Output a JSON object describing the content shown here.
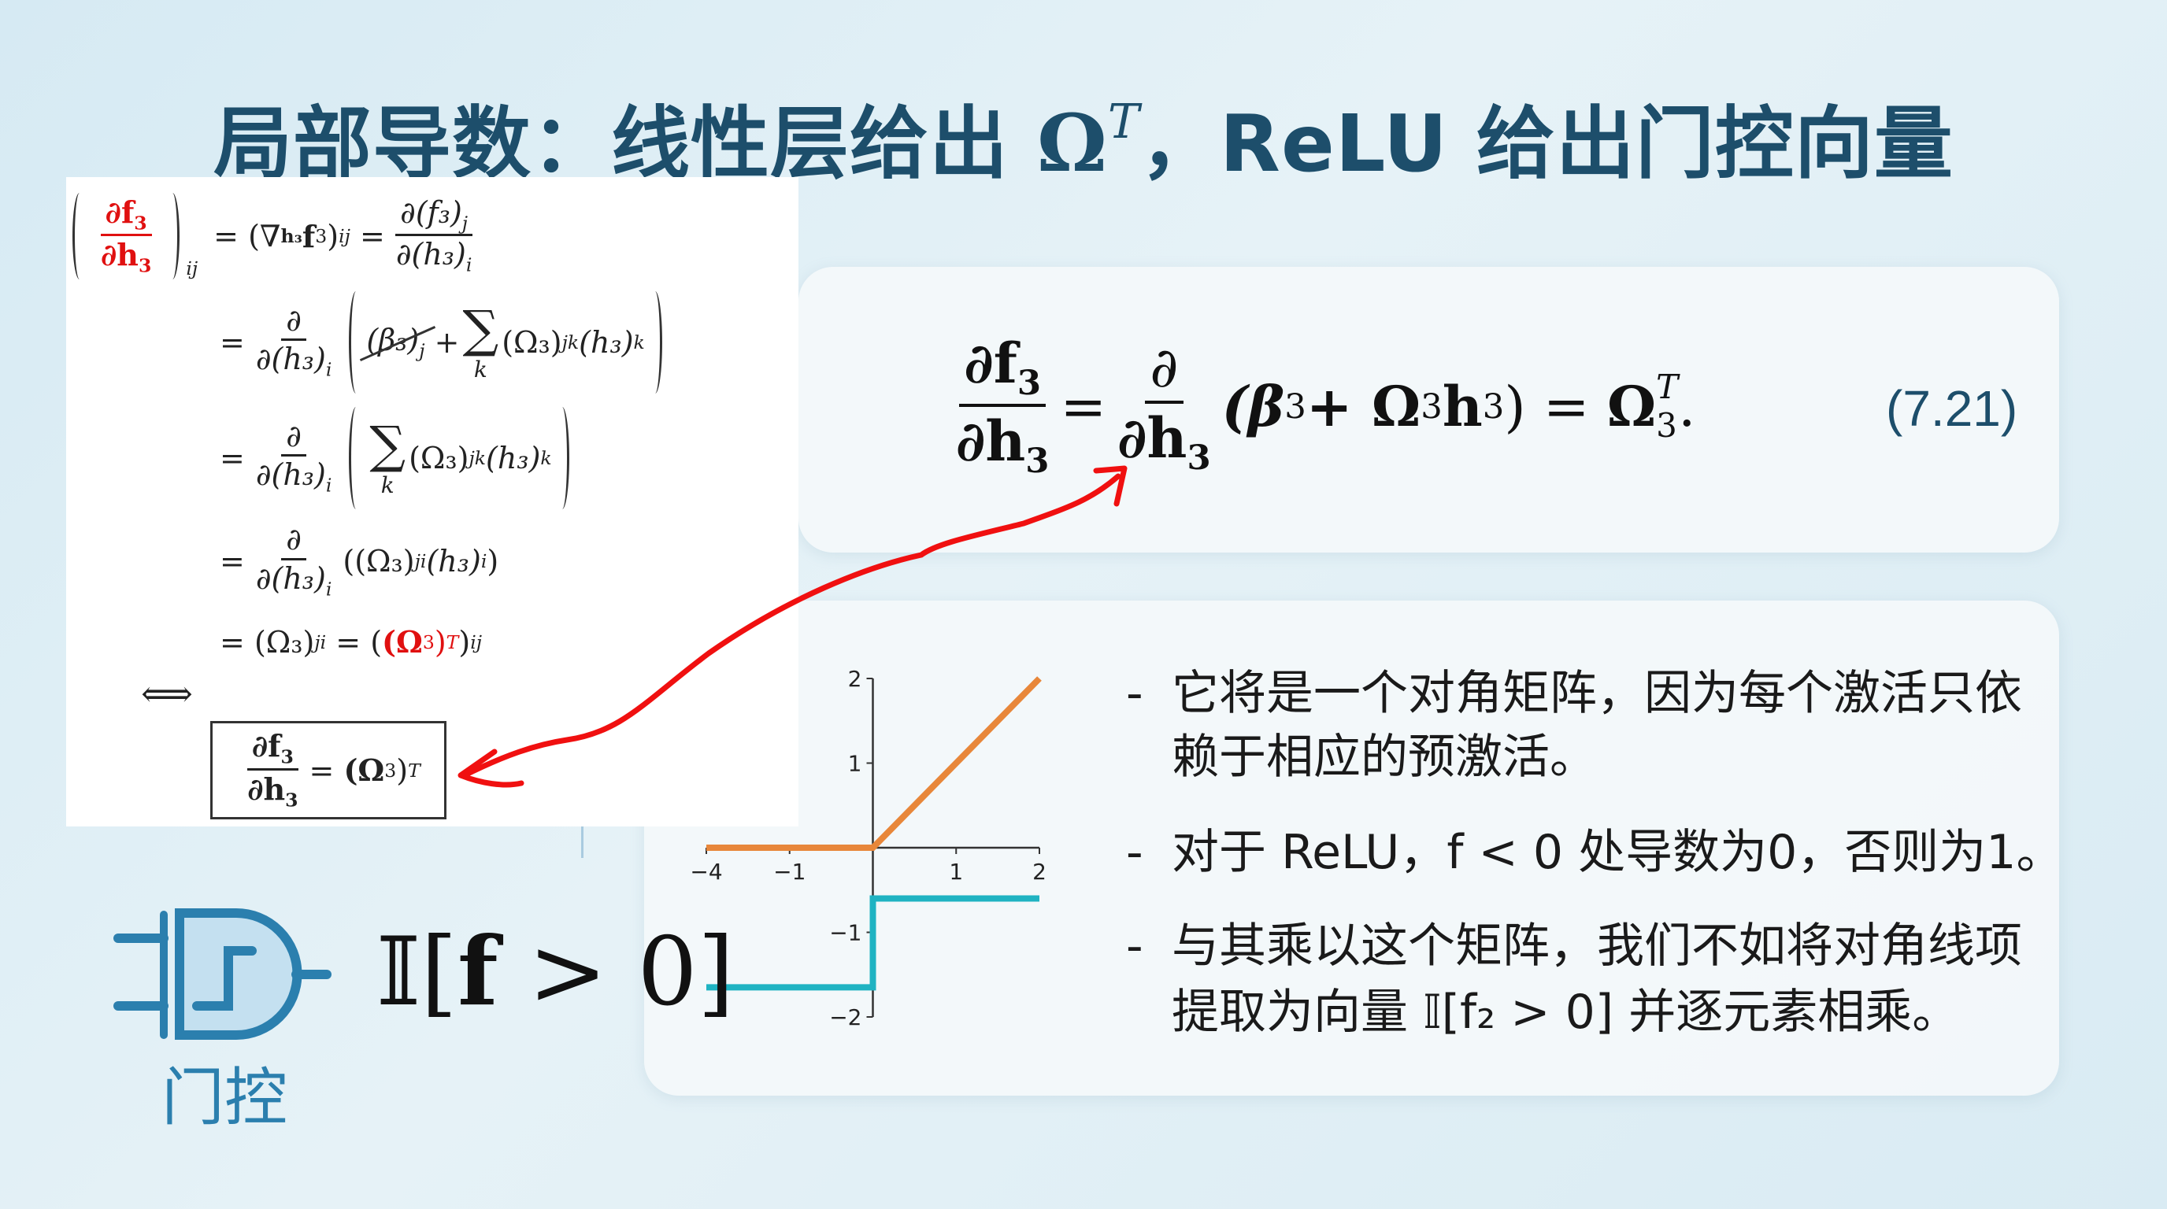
{
  "title": {
    "prefix": "局部导数：线性层给出 ",
    "omega": "Ω",
    "sup": "T",
    "suffix": "，ReLU 给出门控向量"
  },
  "derivation": {
    "row1": {
      "lhs_num": "∂f",
      "lhs_num_sub": "3",
      "lhs_den": "∂h",
      "lhs_den_sub": "3",
      "lhs_idx": "ij",
      "eq1": "=",
      "grad": "(∇",
      "grad_sub": "h₃",
      "grad_f": "f",
      "grad_f_sub": "3",
      "grad_close": ")",
      "grad_idx": "ij",
      "eq2": "=",
      "rhs_num": "∂(f₃)",
      "rhs_num_sub": "j",
      "rhs_den": "∂(h₃)",
      "rhs_den_sub": "i"
    },
    "row2": {
      "eq": "=",
      "num": "∂",
      "den": "∂(h₃)",
      "den_sub": "i",
      "beta": "(β₃)",
      "beta_sub": "j",
      "plus": "+",
      "sum": "∑",
      "sum_idx": "k",
      "term": "(Ω₃)",
      "term_sub": "jk",
      "h": "(h₃)",
      "h_sub": "k"
    },
    "row3": {
      "eq": "=",
      "num": "∂",
      "den": "∂(h₃)",
      "den_sub": "i",
      "sum": "∑",
      "sum_idx": "k",
      "term": "(Ω₃)",
      "term_sub": "jk",
      "h": "(h₃)",
      "h_sub": "k"
    },
    "row4": {
      "eq": "=",
      "num": "∂",
      "den": "∂(h₃)",
      "den_sub": "i",
      "term": "((Ω₃)",
      "term_sub": "ji",
      "h": " (h₃)",
      "h_sub": "i",
      "close": ")"
    },
    "row5": {
      "eq1": "=",
      "a": "(Ω₃)",
      "a_sub": "ji",
      "eq2": "=",
      "open": "(",
      "red": "(Ω",
      "red_sub": "3",
      "red_close": ")",
      "sup": "T",
      "close": ")",
      "idx": "ij"
    },
    "iff": "⟺",
    "boxed": {
      "num": "∂f",
      "num_sub": "3",
      "den": "∂h",
      "den_sub": "3",
      "eq": "=",
      "rhs": "(Ω",
      "rhs_sub": "3",
      "rhs_close": ")",
      "sup": "T"
    }
  },
  "equation": {
    "num": "∂f",
    "num_sub": "3",
    "den": "∂h",
    "den_sub": "3",
    "eq1": "=",
    "d_num": "∂",
    "d_den": "∂h",
    "d_den_sub": "3",
    "paren": "(β",
    "beta_sub": "3",
    "plus": " + Ω",
    "o_sub": "3",
    "h": "h",
    "h_sub": "3",
    "close": ")",
    "eq2": "=",
    "omega": "Ω",
    "omega_sub": "3",
    "omega_sup": "T",
    "dot": ".",
    "label": "(7.21)"
  },
  "gate": {
    "label": "门控",
    "indicator": {
      "ii": "𝕀",
      "open": "[",
      "f": "f",
      "rest": " > 0",
      "close": "]"
    }
  },
  "bullets": [
    {
      "dash": "-",
      "lines": [
        "它将是一个对角矩阵，因为每个激活只依",
        "赖于相应的预激活。"
      ]
    },
    {
      "dash": "-",
      "lines": [
        "对于 ReLU，f < 0 处导数为0，否则为1。"
      ]
    },
    {
      "dash": "-",
      "lines": [
        "与其乘以这个矩阵，我们不如将对角线项",
        "提取为向量 𝕀[f₂ > 0] 并逐元素相乘。"
      ]
    }
  ],
  "colors": {
    "title": "#1d4e6b",
    "accent_red": "#e01010",
    "relu": "#e8873a",
    "step": "#1fb3c2",
    "gate": "#2b7fae"
  },
  "chart_data": {
    "type": "line",
    "title": "",
    "xlabel": "",
    "ylabel": "",
    "xlim": [
      -2,
      2
    ],
    "ylim": [
      -2,
      2
    ],
    "x_ticks": [
      {
        "value": -2,
        "label": "−4"
      },
      {
        "value": -1,
        "label": "−1"
      },
      {
        "value": 1,
        "label": "1"
      },
      {
        "value": 2,
        "label": "2"
      }
    ],
    "y_ticks": [
      {
        "value": 2,
        "label": "2"
      },
      {
        "value": 1,
        "label": "1"
      },
      {
        "value": -1,
        "label": "−1"
      },
      {
        "value": -2,
        "label": "−2"
      }
    ],
    "grid": false,
    "series": [
      {
        "name": "ReLU",
        "color": "#e8873a",
        "points": [
          [
            -2,
            0
          ],
          [
            0,
            0
          ],
          [
            2,
            2
          ]
        ]
      },
      {
        "name": "derivative-step",
        "color": "#1fb3c2",
        "points": [
          [
            -2,
            -1.65
          ],
          [
            0,
            -1.65
          ],
          [
            0,
            -0.6
          ],
          [
            2,
            -0.6
          ]
        ]
      }
    ]
  }
}
